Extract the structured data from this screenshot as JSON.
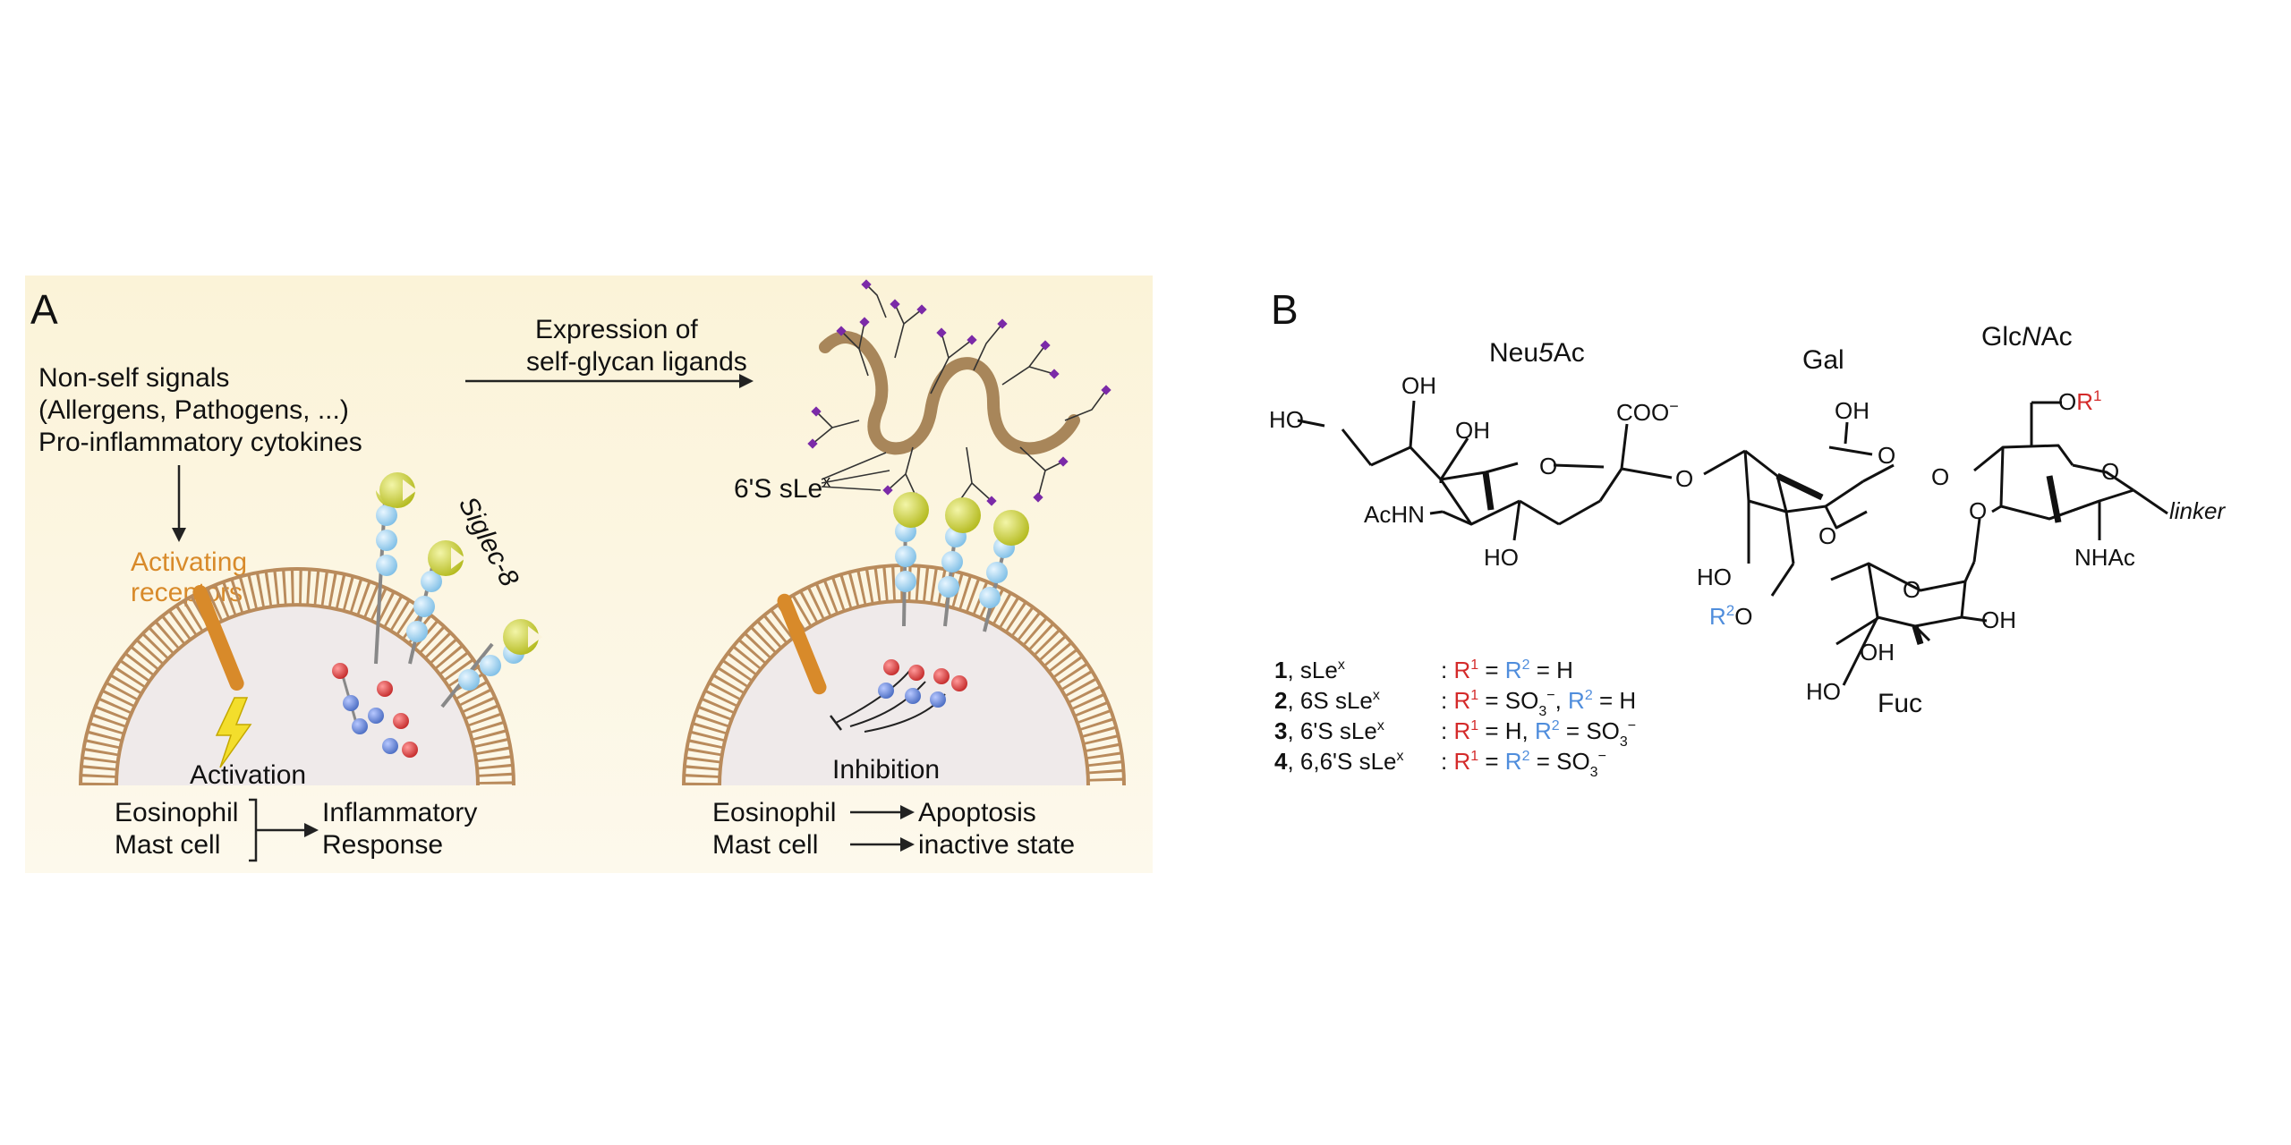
{
  "colors": {
    "panel_bg": "#fbf4dc",
    "membrane": "#b98b5c",
    "cell_interior": "#efeaea",
    "activating_receptor": "#d88a2a",
    "siglec_head": "#c7cc2d",
    "siglec_bead": "#9ed0ee",
    "sugar_red": "#d83a3a",
    "sugar_blue": "#5f7fd0",
    "polymer": "#a8865a",
    "glycan_tip": "#7b2aa8",
    "lightning": "#f3de2c",
    "r1_red": "#d42a2a",
    "r2_blue": "#4f8ddc",
    "bond": "#111111"
  },
  "panel_a": {
    "letter": "A",
    "signals": [
      "Non-self signals",
      "(Allergens, Pathogens, ...)",
      "Pro-inflammatory cytokines"
    ],
    "expression": [
      "Expression of",
      "self-glycan ligands"
    ],
    "activating": [
      "Activating",
      "receptors"
    ],
    "siglec": "Siglec-8",
    "ligand": "6'S sLe",
    "ligand_sup": "x",
    "activation": "Activation",
    "inhibition": "Inhibition",
    "left_cells": [
      "Eosinophil",
      "Mast cell"
    ],
    "left_outcome": [
      "Inflammatory",
      "Response"
    ],
    "right_cells": [
      "Eosinophil",
      "Mast cell"
    ],
    "right_outcomes": [
      "Apoptosis",
      "inactive state"
    ]
  },
  "panel_b": {
    "letter": "B",
    "residue_neu": "Neu",
    "residue_neu_italic": "5",
    "residue_neu_tail": "Ac",
    "residue_gal": "Gal",
    "residue_glc": "Glc",
    "residue_glc_italic": "N",
    "residue_glc_tail": "Ac",
    "residue_fuc": "Fuc",
    "atoms": {
      "oh": "OH",
      "ho": "HO",
      "o": "O",
      "acnh": "AcHN",
      "nhac": "NHAc",
      "coo": "COO",
      "coo_charge": "−",
      "linker": "linker",
      "r": "R",
      "r1_sup": "1",
      "r2_sup": "2"
    },
    "compounds": [
      {
        "num": "1",
        "name": ", sLe",
        "sup": "x",
        "cond": [
          {
            "t": "R",
            "c": "r1"
          },
          {
            "t": "1",
            "c": "r1",
            "s": true
          },
          {
            "t": " = "
          },
          {
            "t": "R",
            "c": "r2"
          },
          {
            "t": "2",
            "c": "r2",
            "s": true
          },
          {
            "t": " = H"
          }
        ]
      },
      {
        "num": "2",
        "name": ", 6S sLe",
        "sup": "x",
        "cond": [
          {
            "t": "R",
            "c": "r1"
          },
          {
            "t": "1",
            "c": "r1",
            "s": true
          },
          {
            "t": " = SO"
          },
          {
            "t": "3",
            "b": true
          },
          {
            "t": "−",
            "s": true
          },
          {
            "t": ", "
          },
          {
            "t": "R",
            "c": "r2"
          },
          {
            "t": "2",
            "c": "r2",
            "s": true
          },
          {
            "t": " = H"
          }
        ]
      },
      {
        "num": "3",
        "name": ", 6'S sLe",
        "sup": "x",
        "cond": [
          {
            "t": "R",
            "c": "r1"
          },
          {
            "t": "1",
            "c": "r1",
            "s": true
          },
          {
            "t": " = H, "
          },
          {
            "t": "R",
            "c": "r2"
          },
          {
            "t": "2",
            "c": "r2",
            "s": true
          },
          {
            "t": " = SO"
          },
          {
            "t": "3",
            "b": true
          },
          {
            "t": "−",
            "s": true
          }
        ]
      },
      {
        "num": "4",
        "name": ", 6,6'S sLe",
        "sup": "x",
        "cond": [
          {
            "t": "R",
            "c": "r1"
          },
          {
            "t": "1",
            "c": "r1",
            "s": true
          },
          {
            "t": " = "
          },
          {
            "t": "R",
            "c": "r2"
          },
          {
            "t": "2",
            "c": "r2",
            "s": true
          },
          {
            "t": " = SO"
          },
          {
            "t": "3",
            "b": true
          },
          {
            "t": "−",
            "s": true
          }
        ]
      }
    ]
  }
}
